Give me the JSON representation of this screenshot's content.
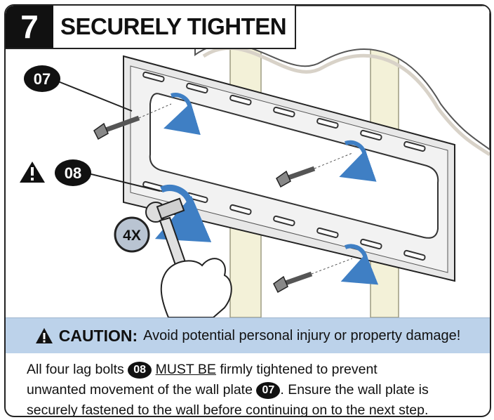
{
  "header": {
    "step_number": "7",
    "title": "SECURELY TIGHTEN"
  },
  "callouts": {
    "wall_plate_part": "07",
    "lag_bolt_part": "08",
    "quantity": "4X"
  },
  "caution": {
    "label": "CAUTION:",
    "message": "Avoid potential personal injury or property damage!"
  },
  "instructions": {
    "part1": "All four lag bolts",
    "badge1": "08",
    "emphasis": "MUST BE",
    "part2": "firmly tightened to prevent",
    "part3": "unwanted movement of the wall plate",
    "badge2": "07",
    "part4": ". Ensure the wall plate is",
    "part5": "securely fastened to the wall before continuing on to the next step."
  },
  "colors": {
    "caution_bar": "#bcd2ea",
    "arrow_blue": "#3f7fc4",
    "plate": "#e6e6e6",
    "outline": "#222222"
  }
}
